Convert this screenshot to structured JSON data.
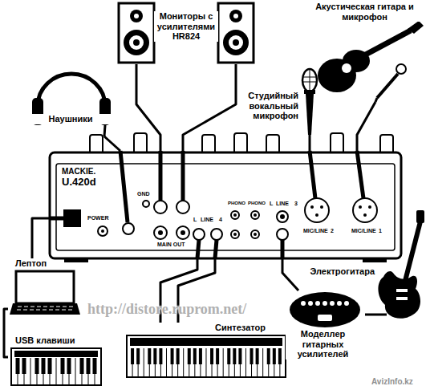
{
  "diagram": {
    "nodes": [
      {
        "text": [
          "Мониторы с усилителями HR824"
        ]
      },
      {
        "text": [
          "Акустическая гитара и микрофон"
        ]
      },
      {
        "text": [
          "Наушники"
        ]
      },
      {
        "text": [
          "Студийный вокальный микрофон"
        ]
      },
      {
        "text": [
          "MACKIE.",
          "U.420d"
        ]
      },
      {
        "text": [
          "Лептоп"
        ]
      },
      {
        "text": [
          "Электрогитара"
        ]
      },
      {
        "text": [
          "Моделлер гитарных усилителей"
        ]
      },
      {
        "text": [
          "USB клавиши"
        ]
      },
      {
        "text": [
          "Синтезатор"
        ]
      }
    ],
    "edges": [
      {
        "from": 2,
        "to": 4,
        "arrow": "none"
      },
      {
        "from": 0,
        "to": 4,
        "arrow": "none"
      },
      {
        "from": 0,
        "to": 4,
        "arrow": "none"
      },
      {
        "from": 1,
        "to": 4,
        "arrow": "none"
      },
      {
        "from": 3,
        "to": 4,
        "arrow": "none"
      },
      {
        "from": 5,
        "to": 4,
        "arrow": "none"
      },
      {
        "from": 5,
        "to": 8,
        "arrow": "none"
      },
      {
        "from": 9,
        "to": 4,
        "arrow": "none"
      },
      {
        "from": 9,
        "to": 4,
        "arrow": "none"
      },
      {
        "from": 6,
        "to": 7,
        "arrow": "none"
      },
      {
        "from": 7,
        "to": 4,
        "arrow": "none"
      }
    ],
    "labels": [
      "GND",
      "POWER",
      "MAIN OUT",
      "L",
      "LINE",
      "4",
      "PHONO",
      "PHONO",
      "L",
      "LINE",
      "3",
      "MIC/LINE",
      "2",
      "MIC/LINE",
      "1",
      "http://distore.ruprom.net/",
      "AvizInfo.kz"
    ]
  }
}
